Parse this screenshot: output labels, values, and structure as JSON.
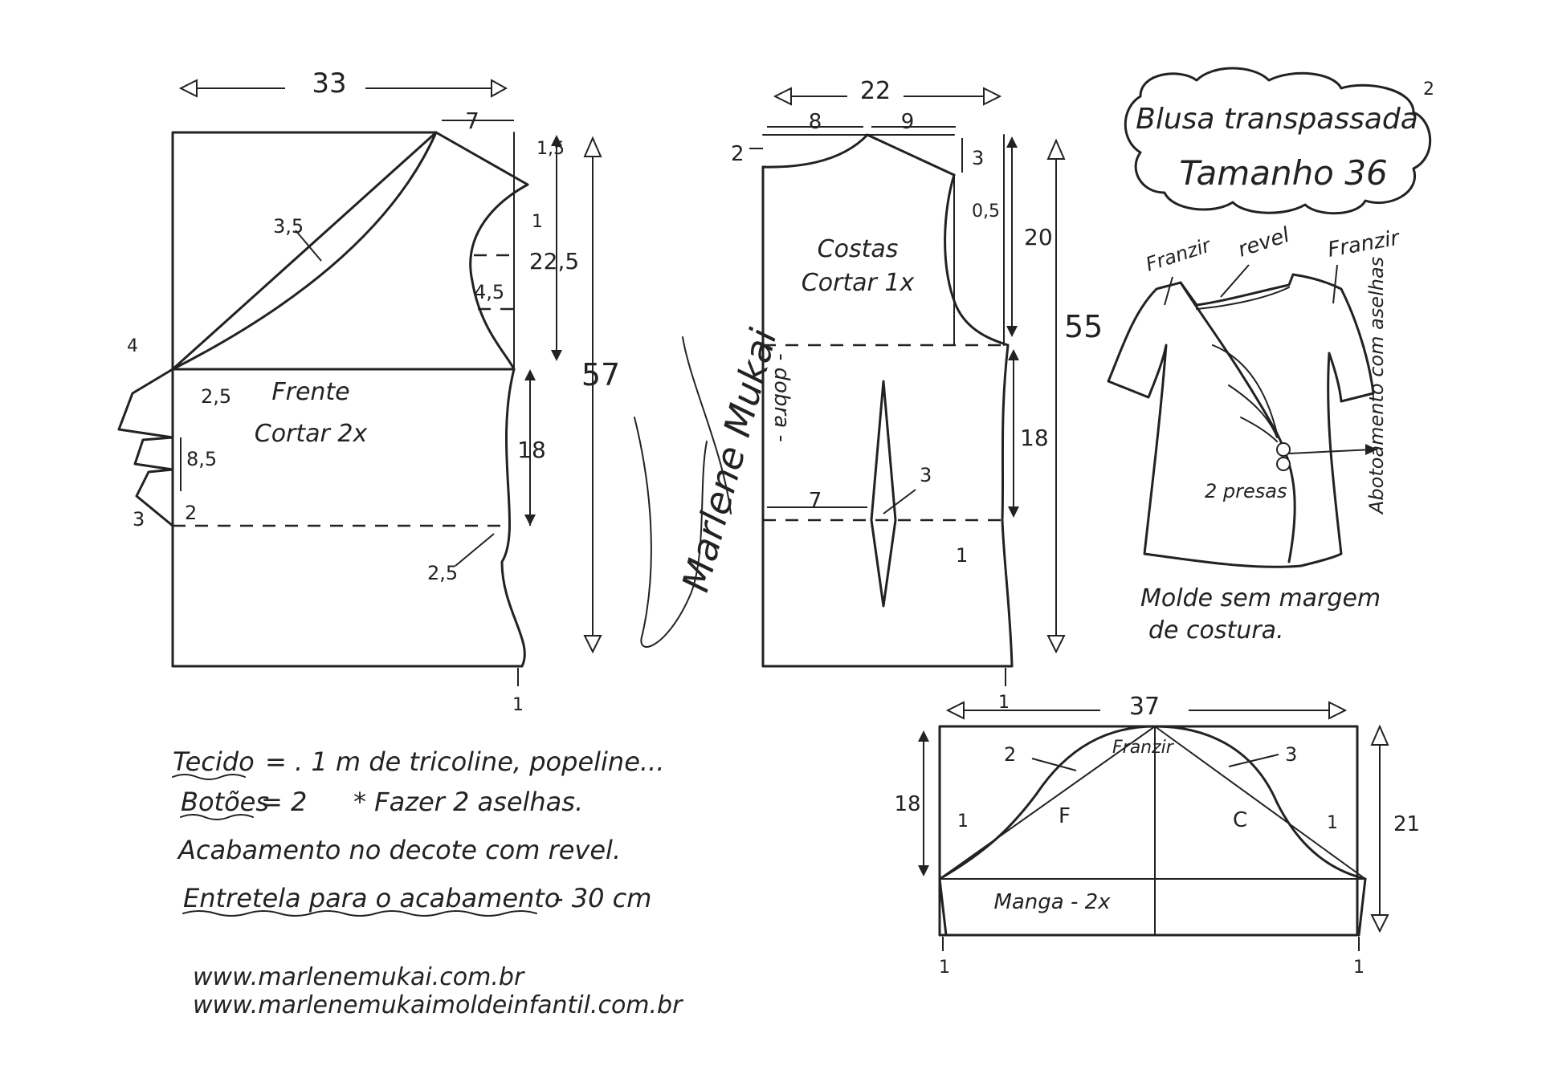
{
  "title_box": {
    "line1": "Blusa transpassada",
    "line2": "Tamanho 36",
    "page_mark": "2"
  },
  "front": {
    "label": "Frente",
    "cut": "Cortar 2x",
    "dims": {
      "width": "33",
      "shoulder": "7",
      "height": "57",
      "armhole_depth": "22,5",
      "waist_to_hip": "18",
      "shoulder_drop": "1,5",
      "armhole_offset": "1",
      "neck_curve": "3,5",
      "armhole_curve": "4,5",
      "ruffle_top": "4",
      "ruffle_a": "2,5",
      "ruffle_b": "8,5",
      "ruffle_c": "2",
      "ruffle_bottom": "3",
      "hip_curve": "2,5",
      "hem_offset": "1"
    }
  },
  "back": {
    "label": "Costas",
    "cut": "Cortar 1x",
    "fold": "- dobra -",
    "dims": {
      "width": "22",
      "neck": "8",
      "shoulder": "9",
      "neck_rise": "2",
      "shoulder_drop": "3",
      "armhole_curve": "0,5",
      "armhole_depth": "20",
      "height": "55",
      "waist_to_hip": "18",
      "dart_offset": "7",
      "dart_width": "3",
      "side_offset": "1",
      "hem_offset": "1"
    }
  },
  "sleeve": {
    "label": "Manga - 2x",
    "gather": "Franzir",
    "front_mark": "F",
    "back_mark": "C",
    "dims": {
      "width": "37",
      "cap_front": "18",
      "cap_back": "21",
      "curve_front_a": "2",
      "curve_back_a": "3",
      "curve_front_b": "1",
      "curve_back_b": "1",
      "hem_left": "1",
      "hem_right": "1"
    }
  },
  "sketch": {
    "gather_left": "Franzir",
    "facing": "revel",
    "gather_right": "Franzir",
    "clasps": "2 presas",
    "buttons": "Abotoamento com aselhas"
  },
  "notice": {
    "line1": "Molde sem margem",
    "line2": "de costura."
  },
  "notes": {
    "fabric_label": "Tecido",
    "fabric_value": "= . 1 m de tricoline, popeline...",
    "buttons_label": "Botões",
    "buttons_value": "= 2",
    "loops": "* Fazer 2 aselhas.",
    "finish": "Acabamento no decote com revel.",
    "interfacing_label": "Entretela para o acabamento",
    "interfacing_value": "- 30 cm"
  },
  "websites": [
    "www.marlenemukai.com.br",
    "www.marlenemukaimoldeinfantil.com.br"
  ],
  "signature": "Marlene Mukai"
}
